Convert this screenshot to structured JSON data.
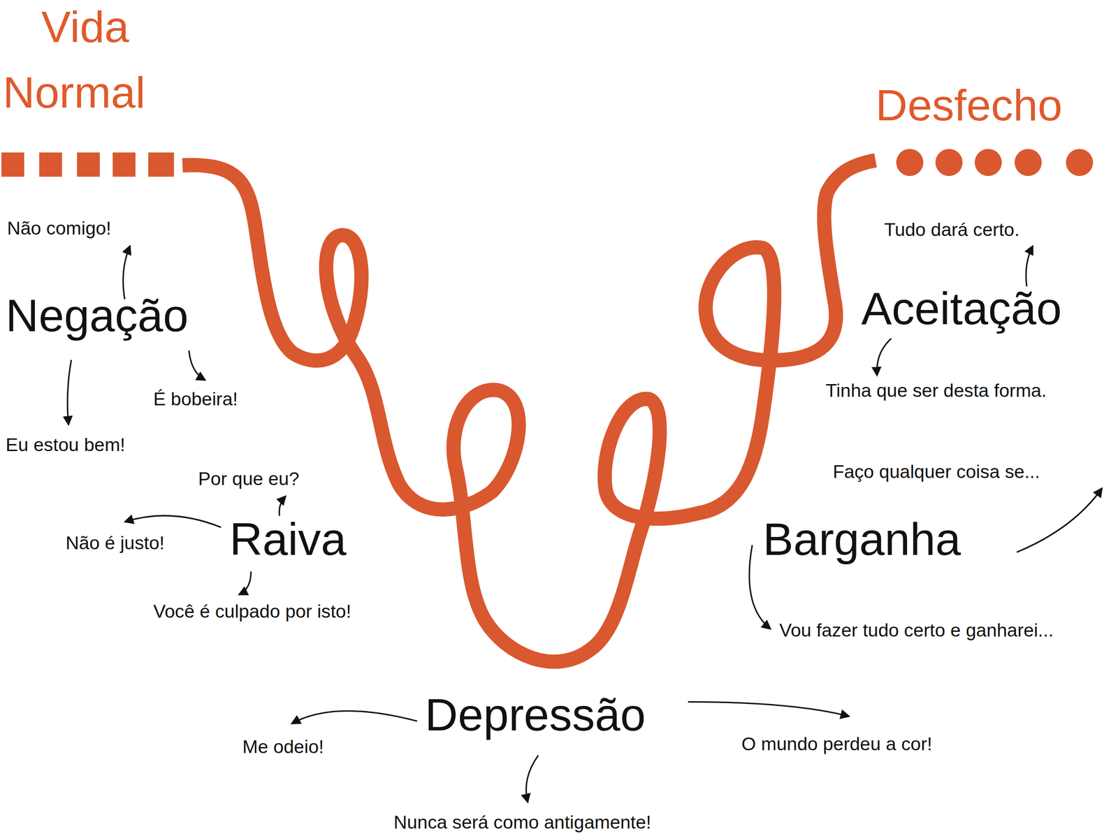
{
  "diagram": {
    "labels": [
      "Vida",
      "Normal",
      "Desfecho",
      "Não comigo!",
      "Negação",
      "É bobeira!",
      "Eu estou bem!",
      "Por que eu?",
      "Não é justo!",
      "Raiva",
      "Você é culpado por isto!",
      "Tudo dará certo.",
      "Aceitação",
      "Tinha que ser desta forma.",
      "Faço qualquer coisa se...",
      "Barganha",
      "Vou fazer tudo certo e ganharei...",
      "Depressão",
      "Me odeio!",
      "O mundo perdeu a cor!",
      "Nunca será como antigamente!"
    ]
  }
}
